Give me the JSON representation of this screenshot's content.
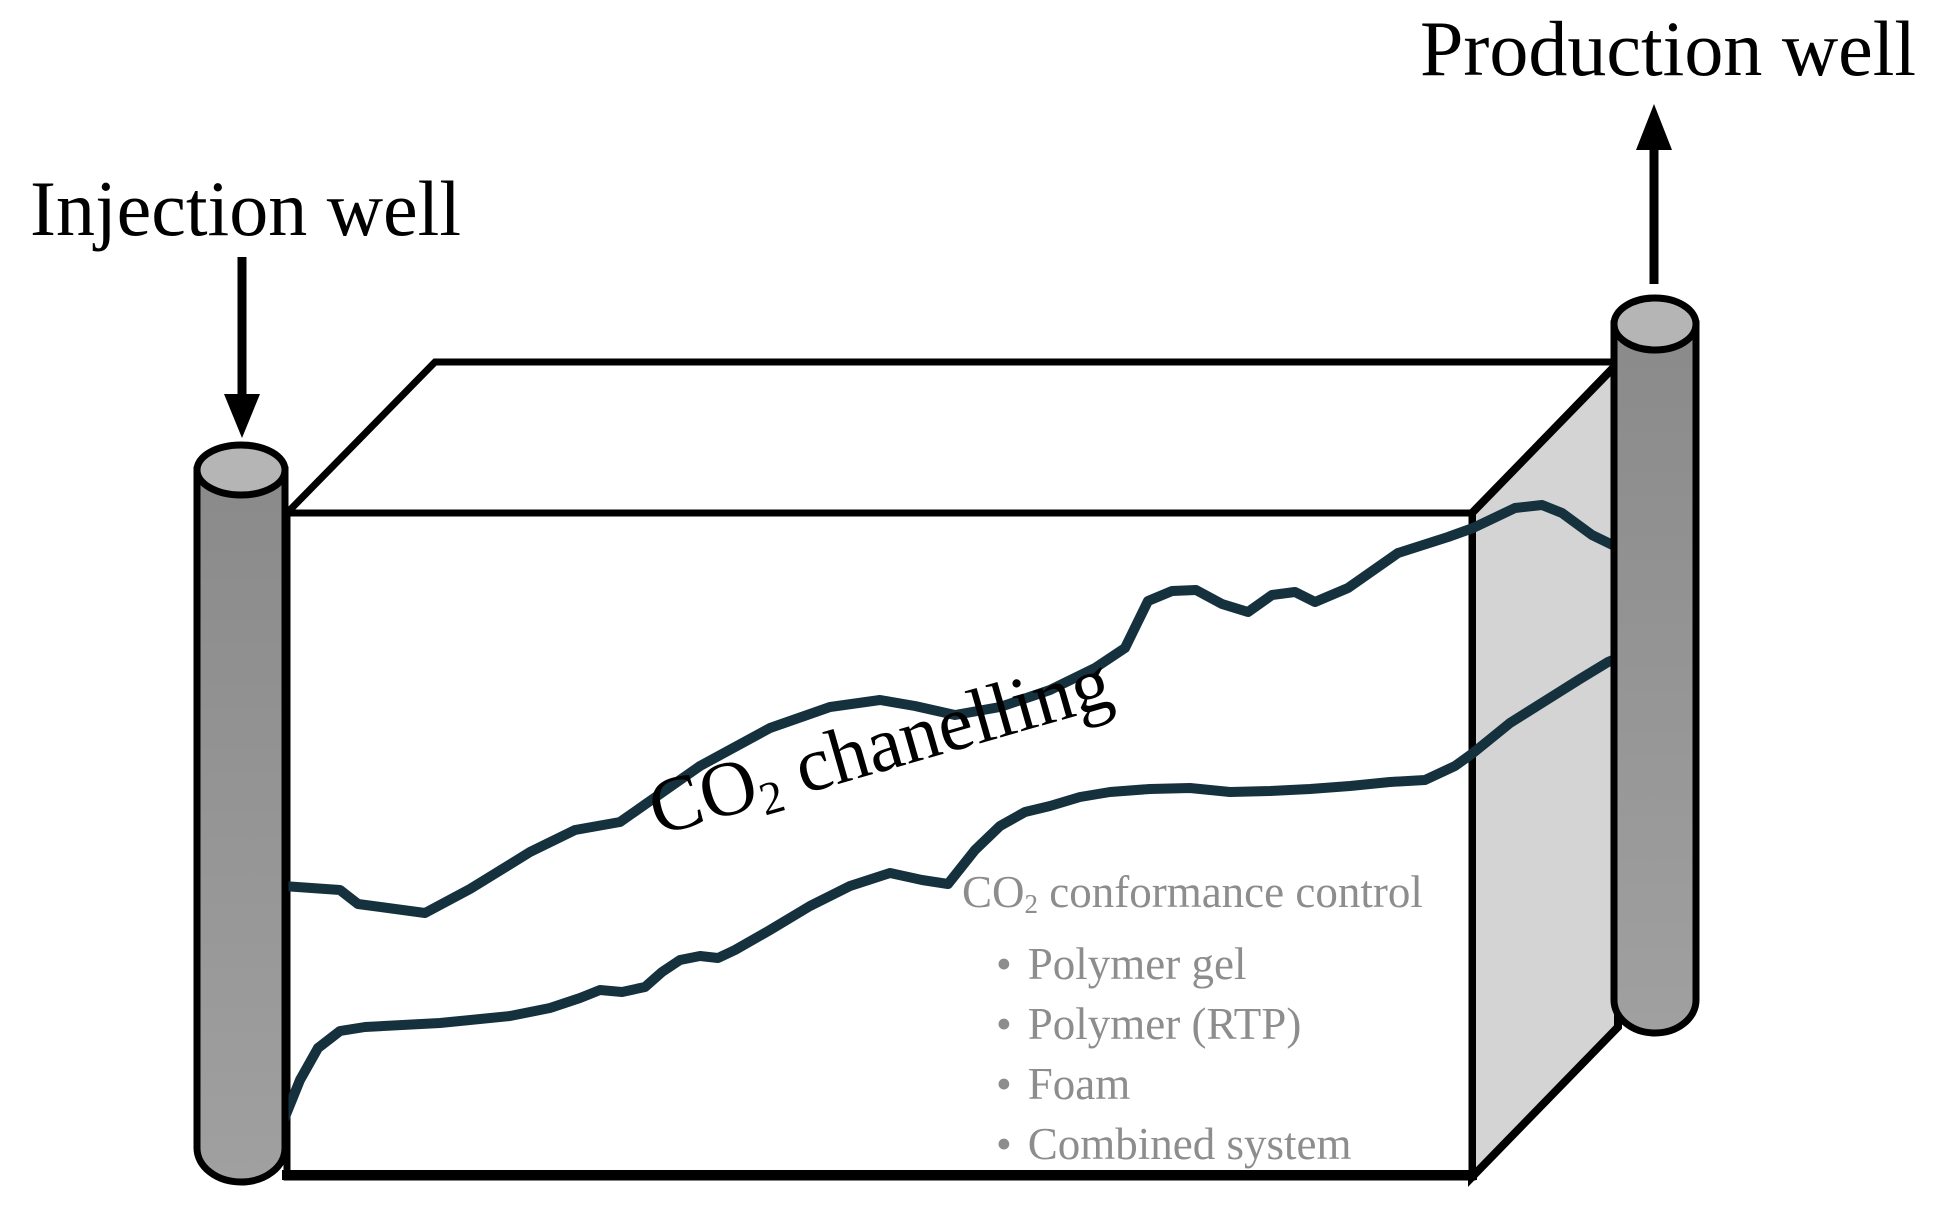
{
  "labels": {
    "injection_well": "Injection well",
    "production_well": "Production well"
  },
  "channel_label": {
    "prefix": "CO",
    "subscript": "2",
    "suffix": " chanelling"
  },
  "conformance": {
    "title": {
      "prefix": "CO",
      "subscript": "2",
      "suffix": " conformance control"
    },
    "bullet": "•",
    "items": [
      "Polymer gel",
      "Polymer (RTP)",
      "Foam",
      "Combined system"
    ]
  },
  "colors": {
    "background": "#ffffff",
    "outline": "#000000",
    "channel_line": "#16313e",
    "side_face": "#d4d4d4",
    "cylinder_top": "#b5b5b5",
    "cylinder_body_dark": "#8a8a8a",
    "cylinder_body_light": "#a0a0a0",
    "muted_text": "#8d8d8d"
  }
}
